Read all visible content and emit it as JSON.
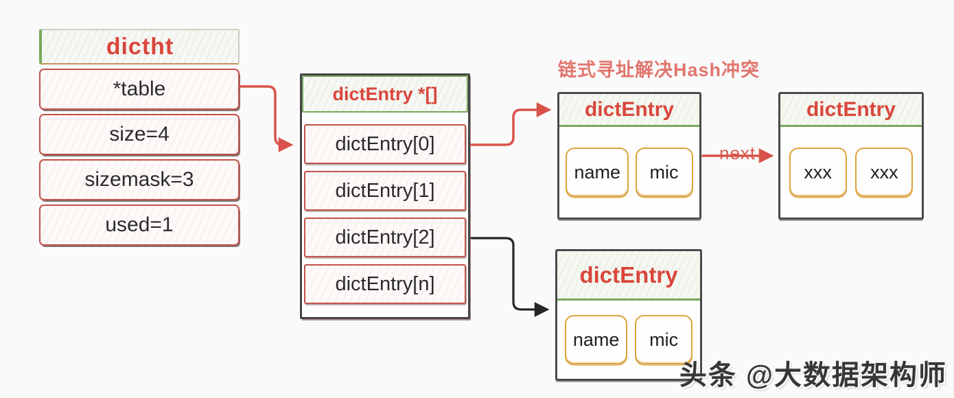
{
  "diagram": {
    "annotation": "链式寻址解决Hash冲突",
    "watermark": "头条 @大数据架构师",
    "next_label": "next"
  },
  "dictht": {
    "title": "dictht",
    "rows": [
      "*table",
      "size=4",
      "sizemask=3",
      "used=1"
    ]
  },
  "bucket_array": {
    "title": "dictEntry *[]",
    "rows": [
      "dictEntry[0]",
      "dictEntry[1]",
      "dictEntry[2]",
      "dictEntry[n]"
    ]
  },
  "entries": {
    "top": {
      "title": "dictEntry",
      "fields": [
        "name",
        "mic"
      ]
    },
    "next": {
      "title": "dictEntry",
      "fields": [
        "xxx",
        "xxx"
      ]
    },
    "bottom": {
      "title": "dictEntry",
      "fields": [
        "name",
        "mic"
      ]
    }
  },
  "colors": {
    "accent_red": "#d9463c",
    "annotation_red": "#e0756e",
    "arrow_red": "#d9534a",
    "arrow_black": "#262626",
    "border_red": "#c0524a",
    "border_dark": "#454545",
    "green": "#76a85e",
    "orange": "#dda23c",
    "text_dark": "#2b2b2b",
    "background": "#fbfafa"
  }
}
